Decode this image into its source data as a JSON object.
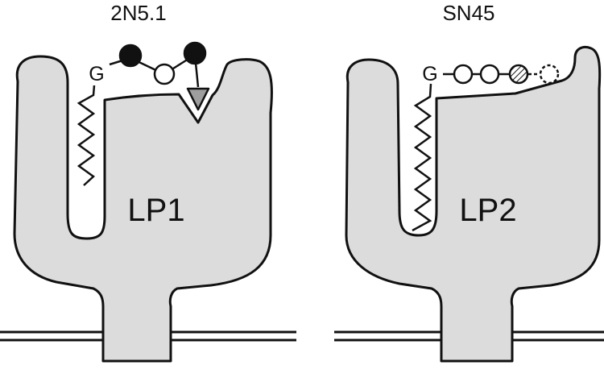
{
  "colors": {
    "protein_fill": "#dcdcdc",
    "outline": "#111111",
    "filled_residue": "#111111",
    "open_residue": "#ffffff",
    "wedge_fill": "#9e9e9e",
    "membrane": "#111111"
  },
  "complexes": [
    {
      "title": "2N5.1",
      "protein_label": "LP1",
      "anchor_label": "G",
      "glycan_residues": [
        "filled-circle",
        "open-circle",
        "filled-circle",
        "grey-triangle"
      ]
    },
    {
      "title": "SN45",
      "protein_label": "LP2",
      "anchor_label": "G",
      "glycan_residues": [
        "open-circle",
        "open-circle",
        "hatched-circle",
        "dashed-circle"
      ]
    }
  ]
}
